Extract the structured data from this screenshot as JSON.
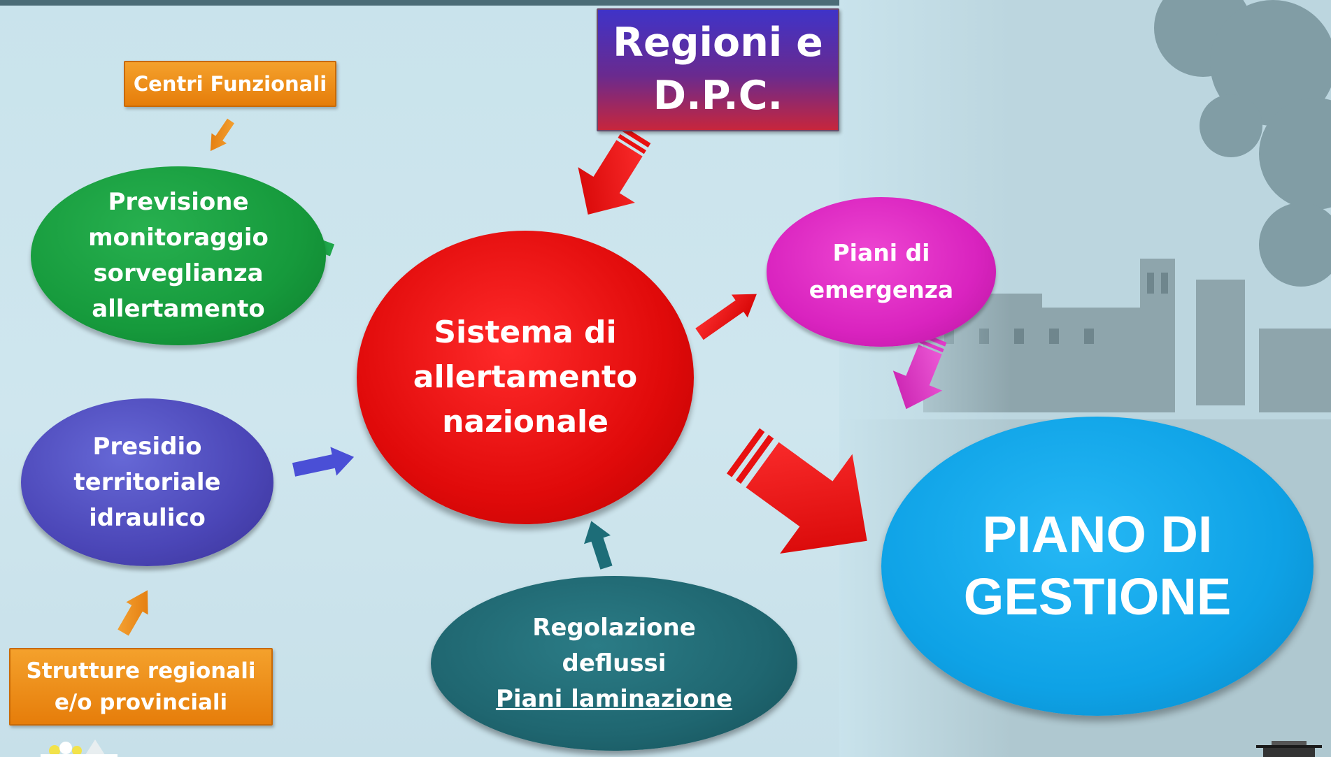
{
  "nodes": {
    "centri_funzionali": "Centri Funzionali",
    "regioni": [
      "Regioni e",
      "D.P.C."
    ],
    "previsione": [
      "Previsione",
      "monitoraggio",
      "sorveglianza",
      "allertamento"
    ],
    "presidio": [
      "Presidio",
      "territoriale",
      "idraulico"
    ],
    "sistema": [
      "Sistema di",
      "allertamento",
      "nazionale"
    ],
    "piani_emergenza": [
      "Piani di",
      "emergenza"
    ],
    "regolazione": [
      "Regolazione",
      "deflussi",
      "Piani laminazione"
    ],
    "strutture": [
      "Strutture regionali",
      "e/o provinciali"
    ],
    "piano_gestione": [
      "PIANO DI",
      "GESTIONE"
    ]
  },
  "colors": {
    "background": "#c9e3ec",
    "orange": "#ef8f1a",
    "green": "#169a3c",
    "purple": "#4b46b7",
    "red": "#e00a0a",
    "magenta": "#d923bf",
    "teal": "#1f6670",
    "blue": "#0ea2e6"
  }
}
